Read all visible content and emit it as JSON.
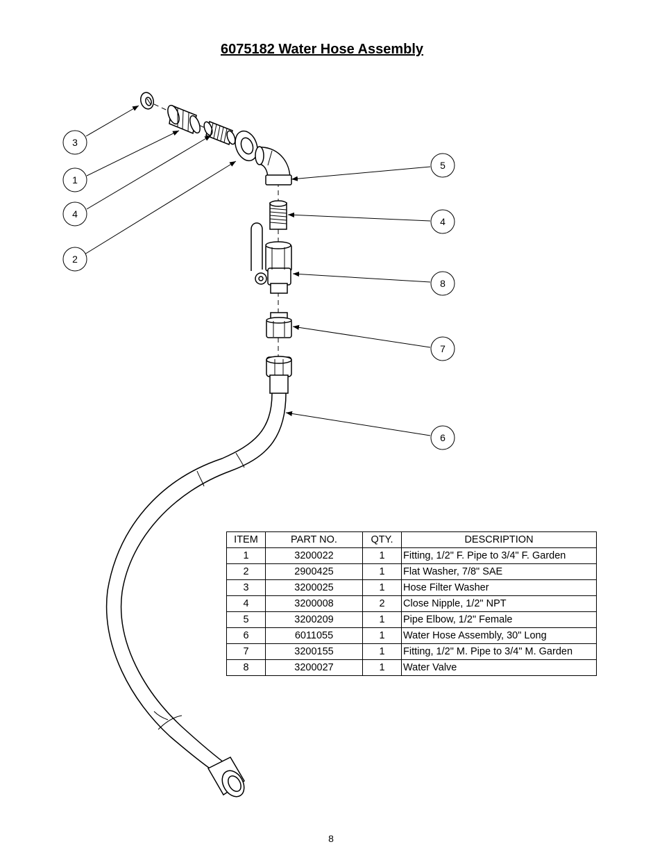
{
  "title": "6075182 Water Hose Assembly",
  "callouts": [
    {
      "num": "3"
    },
    {
      "num": "1"
    },
    {
      "num": "4"
    },
    {
      "num": "2"
    },
    {
      "num": "5"
    },
    {
      "num": "4"
    },
    {
      "num": "8"
    },
    {
      "num": "7"
    },
    {
      "num": "6"
    }
  ],
  "table": {
    "headers": [
      "ITEM",
      "PART NO.",
      "QTY.",
      "DESCRIPTION"
    ],
    "rows": [
      {
        "item": "1",
        "part": "3200022",
        "qty": "1",
        "desc": "Fitting, 1/2\" F. Pipe to 3/4\" F. Garden"
      },
      {
        "item": "2",
        "part": "2900425",
        "qty": "1",
        "desc": "Flat Washer, 7/8\" SAE"
      },
      {
        "item": "3",
        "part": "3200025",
        "qty": "1",
        "desc": "Hose Filter Washer"
      },
      {
        "item": "4",
        "part": "3200008",
        "qty": "2",
        "desc": "Close Nipple, 1/2\" NPT"
      },
      {
        "item": "5",
        "part": "3200209",
        "qty": "1",
        "desc": "Pipe Elbow, 1/2\" Female"
      },
      {
        "item": "6",
        "part": "6011055",
        "qty": "1",
        "desc": "Water Hose Assembly, 30\" Long"
      },
      {
        "item": "7",
        "part": "3200155",
        "qty": "1",
        "desc": "Fitting, 1/2\" M. Pipe to 3/4\" M. Garden"
      },
      {
        "item": "8",
        "part": "3200027",
        "qty": "1",
        "desc": "Water Valve"
      }
    ]
  },
  "page_number": "8"
}
